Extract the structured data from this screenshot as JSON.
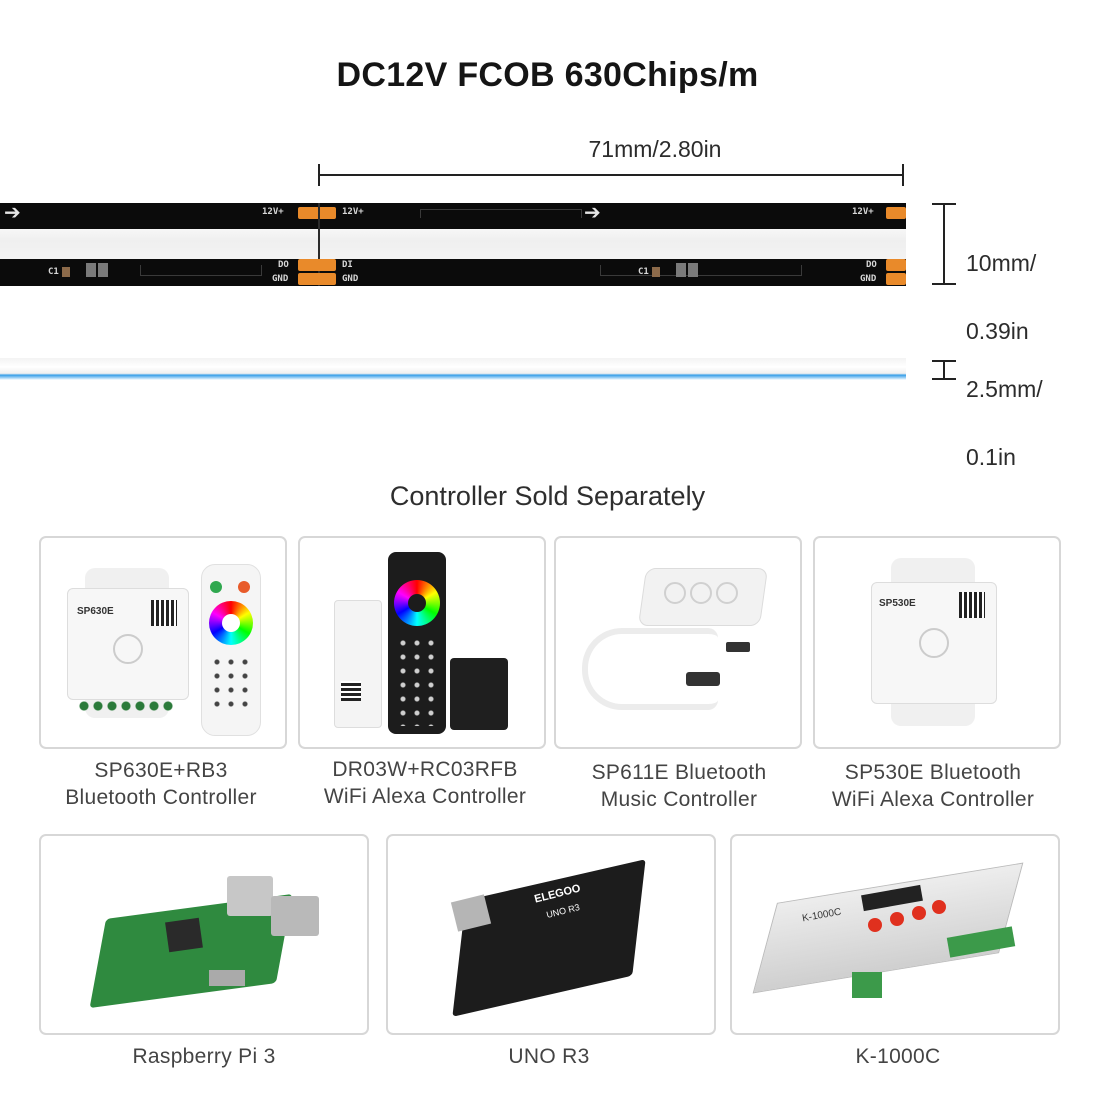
{
  "title": "DC12V FCOB 630Chips/m",
  "dimensions": {
    "length": "71mm/2.80in",
    "width_line1": "10mm/",
    "width_line2": "0.39in",
    "thickness_line1": "2.5mm/",
    "thickness_line2": "0.1in"
  },
  "strip_labels": {
    "v12": "12V+",
    "do": "DO",
    "di": "DI",
    "gnd": "GND",
    "c1": "C1"
  },
  "section_title": "Controller Sold Separately",
  "products": [
    {
      "line1": "SP630E+RB3",
      "line2": "Bluetooth Controller",
      "icon": "sp630e-controller-image"
    },
    {
      "line1": "DR03W+RC03RFB",
      "line2": "WiFi Alexa Controller",
      "icon": "dr03w-controller-image"
    },
    {
      "line1": "SP611E Bluetooth",
      "line2": "Music Controller",
      "icon": "sp611e-controller-image"
    },
    {
      "line1": "SP530E Bluetooth",
      "line2": "WiFi Alexa Controller",
      "icon": "sp530e-controller-image"
    },
    {
      "line1": "Raspberry Pi 3",
      "icon": "raspberry-pi-board-image"
    },
    {
      "line1": "UNO R3",
      "icon": "uno-board-image"
    },
    {
      "line1": "K-1000C",
      "icon": "k1000c-controller-image"
    }
  ],
  "device_text": {
    "sp630e": "SP630E",
    "sp530e": "SP530E",
    "uno": "UNO R3",
    "elegoo": "ELEGOO",
    "k1000c": "K-1000C"
  }
}
